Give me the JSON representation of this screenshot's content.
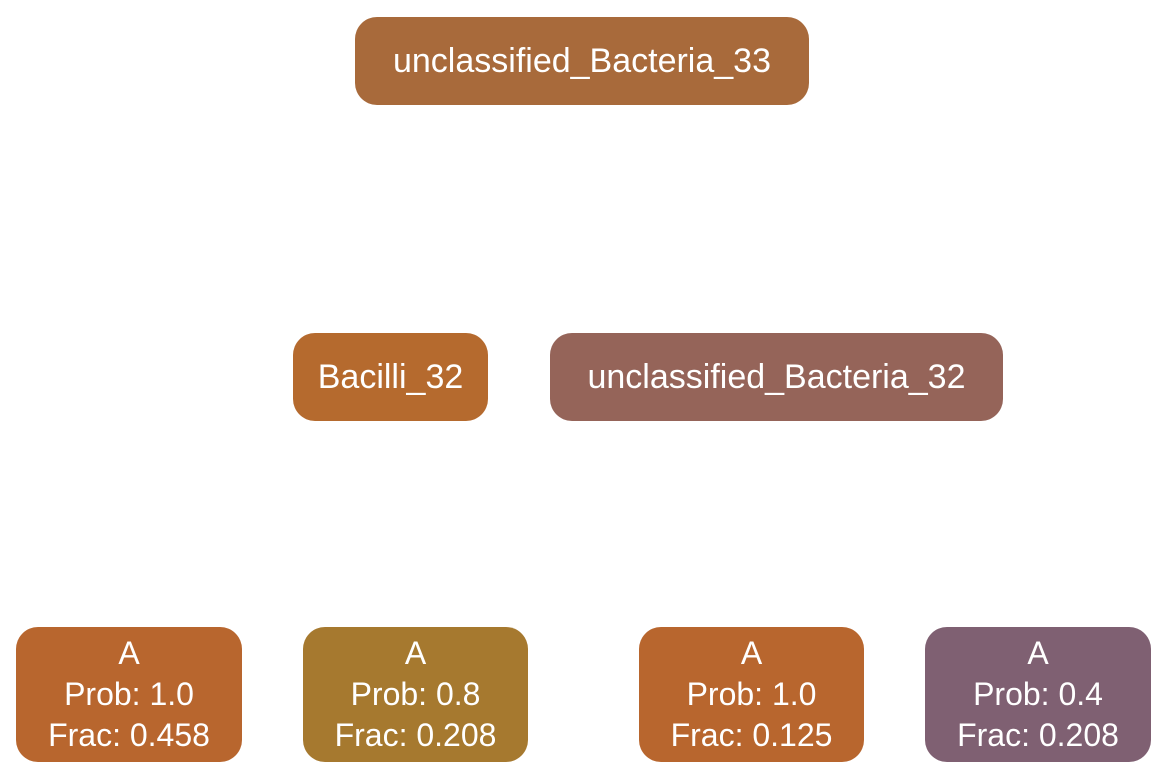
{
  "nodes": {
    "root": {
      "label": "unclassified_Bacteria_33",
      "color": "#a86a3b"
    },
    "bacilli": {
      "label": "Bacilli_32",
      "color": "#b56a2e"
    },
    "unclassified": {
      "label": "unclassified_Bacteria_32",
      "color": "#956459"
    },
    "leaves": [
      {
        "name": "A",
        "prob": "Prob: 1.0",
        "frac": "Frac: 0.458",
        "color": "#b8662e"
      },
      {
        "name": "A",
        "prob": "Prob: 0.8",
        "frac": "Frac: 0.208",
        "color": "#a6792f"
      },
      {
        "name": "A",
        "prob": "Prob: 1.0",
        "frac": "Frac: 0.125",
        "color": "#b8662e"
      },
      {
        "name": "A",
        "prob": "Prob: 0.4",
        "frac": "Frac: 0.208",
        "color": "#7f6072"
      }
    ]
  }
}
